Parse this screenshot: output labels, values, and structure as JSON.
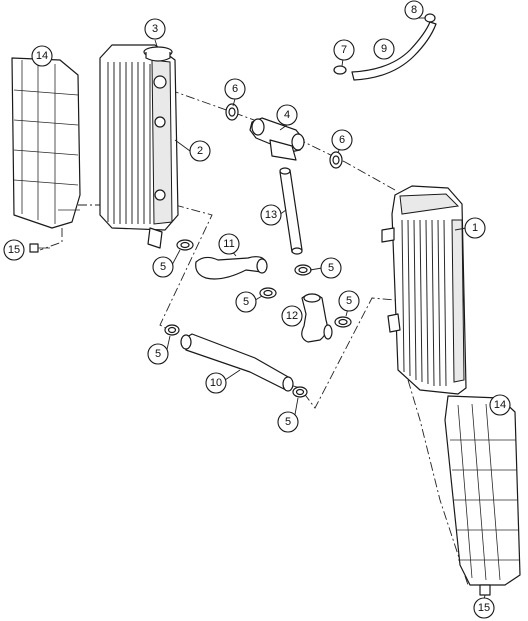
{
  "diagram": {
    "callouts": [
      "1",
      "2",
      "3",
      "4",
      "5",
      "5",
      "5",
      "5",
      "5",
      "5",
      "6",
      "6",
      "7",
      "8",
      "9",
      "10",
      "11",
      "12",
      "13",
      "14",
      "14",
      "15",
      "15"
    ]
  }
}
